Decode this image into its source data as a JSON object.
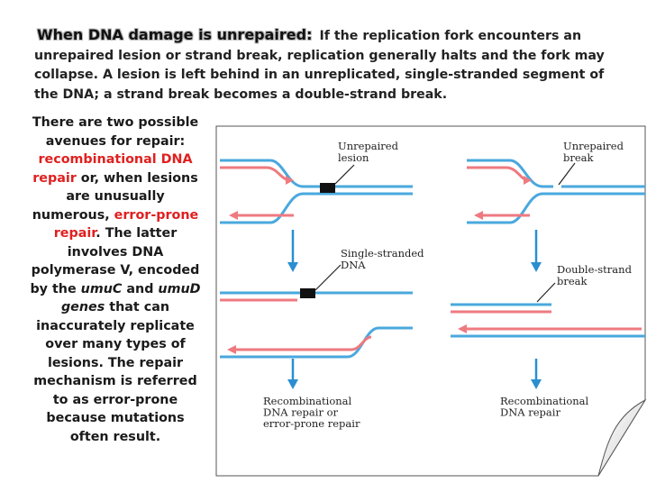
{
  "intro": {
    "heading": "When DNA damage is unrepaired:",
    "text": "If the replication fork encounters an unrepaired lesion or strand break, replication generally halts and the fork may collapse. A lesion is left behind in an unreplicated, single-stranded segment of the DNA; a strand break becomes a double-strand break."
  },
  "left": {
    "t1": "There are two possible avenues for repair: ",
    "h1": "recombinational DNA repair",
    "t2": " or, when lesions are unusually numerous, ",
    "h2": "error-prone repair",
    "t3": ". The latter involves DNA polymerase V, encoded by the ",
    "g1": "umuC",
    "t4": " and ",
    "g2": "umuD genes",
    "t5": " that can inaccurately replicate over many types of lesions. The repair mechanism is referred to as error-prone because mutations often result."
  },
  "figure": {
    "label_unrepaired_lesion": [
      "Unrepaired",
      "lesion"
    ],
    "label_unrepaired_break": [
      "Unrepaired",
      "break"
    ],
    "label_single_stranded": [
      "Single-stranded",
      "DNA"
    ],
    "label_double_strand": [
      "Double-strand",
      "break"
    ],
    "label_outcome_left": [
      "Recombinational",
      "DNA repair or",
      "error-prone repair"
    ],
    "label_outcome_right": [
      "Recombinational",
      "DNA repair"
    ]
  },
  "colors": {
    "strand_blue": "#4aa8dd",
    "strand_red": "#ee7a80",
    "arrow_blue": "#2a8fd0",
    "lesion": "#111111"
  }
}
